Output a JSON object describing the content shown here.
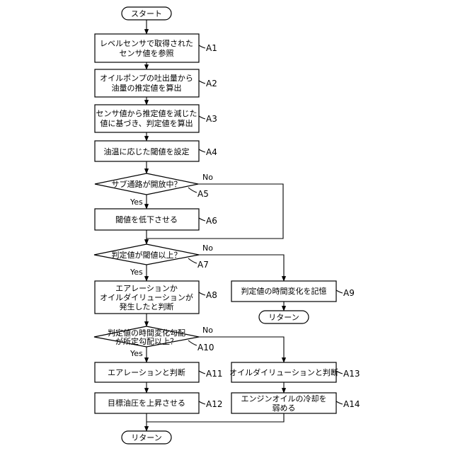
{
  "terminals": {
    "start": "スタート",
    "return_right": "リターン",
    "return_bottom": "リターン"
  },
  "steps": [
    {
      "id": "A1",
      "lines": [
        "レベルセンサで取得された",
        "センサ値を参照"
      ]
    },
    {
      "id": "A2",
      "lines": [
        "オイルポンプの吐出量から",
        "油量の推定値を算出"
      ]
    },
    {
      "id": "A3",
      "lines": [
        "センサ値から推定値を減じた",
        "値に基づき、判定値を算出"
      ]
    },
    {
      "id": "A4",
      "lines": [
        "油温に応じた閾値を設定"
      ]
    },
    {
      "id": "A5",
      "lines": [
        "サブ通路が開放中？"
      ]
    },
    {
      "id": "A6",
      "lines": [
        "閾値を低下させる"
      ]
    },
    {
      "id": "A7",
      "lines": [
        "判定値が閾値以上？"
      ]
    },
    {
      "id": "A8",
      "lines": [
        "エアレーションか",
        "オイルダイリューションが",
        "発生したと判断"
      ]
    },
    {
      "id": "A9",
      "lines": [
        "判定値の時間変化を記憶"
      ]
    },
    {
      "id": "A10",
      "lines": [
        "判定値の時間変化勾配",
        "が所定勾配以上？"
      ]
    },
    {
      "id": "A11",
      "lines": [
        "エアレーションと判断"
      ]
    },
    {
      "id": "A12",
      "lines": [
        "目標油圧を上昇させる"
      ]
    },
    {
      "id": "A13",
      "lines": [
        "オイルダイリューションと判断"
      ]
    },
    {
      "id": "A14",
      "lines": [
        "エンジンオイルの冷却を",
        "弱める"
      ]
    }
  ],
  "branches": {
    "yes": "Yes",
    "no": "No"
  }
}
